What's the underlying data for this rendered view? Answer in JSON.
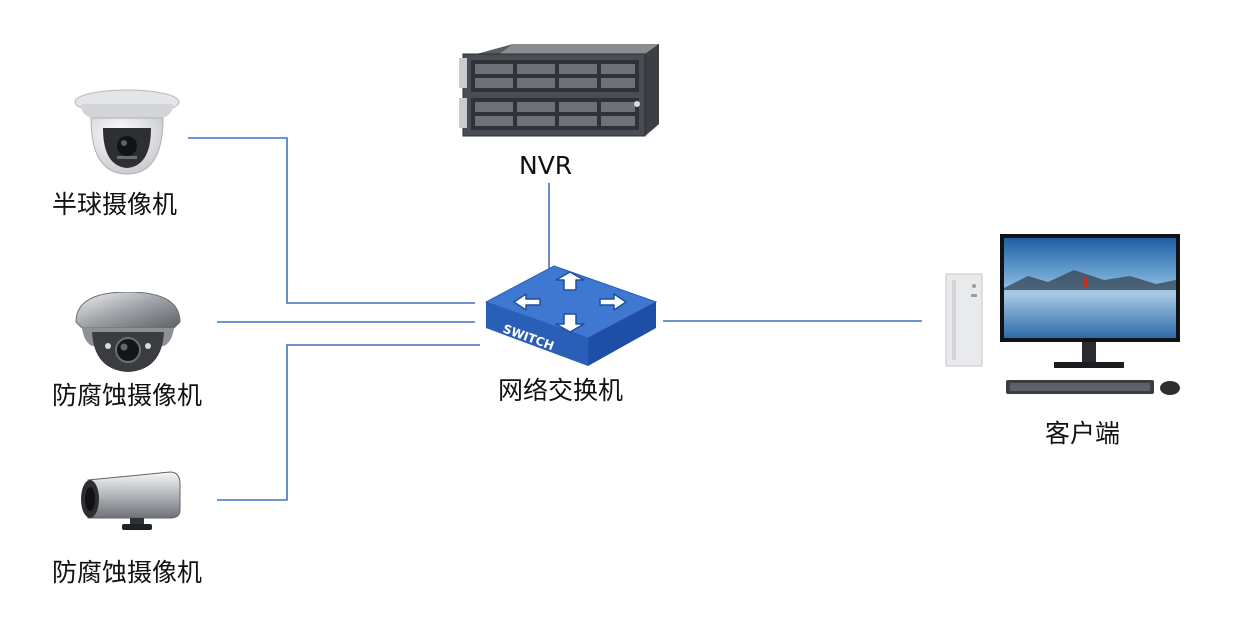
{
  "nodes": {
    "dome_camera": {
      "label": "半球摄像机",
      "icon": "dome-camera-icon"
    },
    "anticorrosion_dome": {
      "label": "防腐蚀摄像机",
      "icon": "anticorrosion-dome-camera-icon"
    },
    "anticorrosion_bullet": {
      "label": "防腐蚀摄像机",
      "icon": "bullet-camera-icon"
    },
    "nvr": {
      "label": "NVR",
      "icon": "nvr-rack-icon"
    },
    "switch": {
      "label": "网络交换机",
      "icon": "network-switch-icon",
      "badge": "SWITCH"
    },
    "client": {
      "label": "客户端",
      "icon": "desktop-computer-icon"
    }
  },
  "colors": {
    "line": "#4472c4",
    "switch_top": "#3f78d0",
    "switch_side": "#1d4fa6",
    "text": "#111111"
  }
}
